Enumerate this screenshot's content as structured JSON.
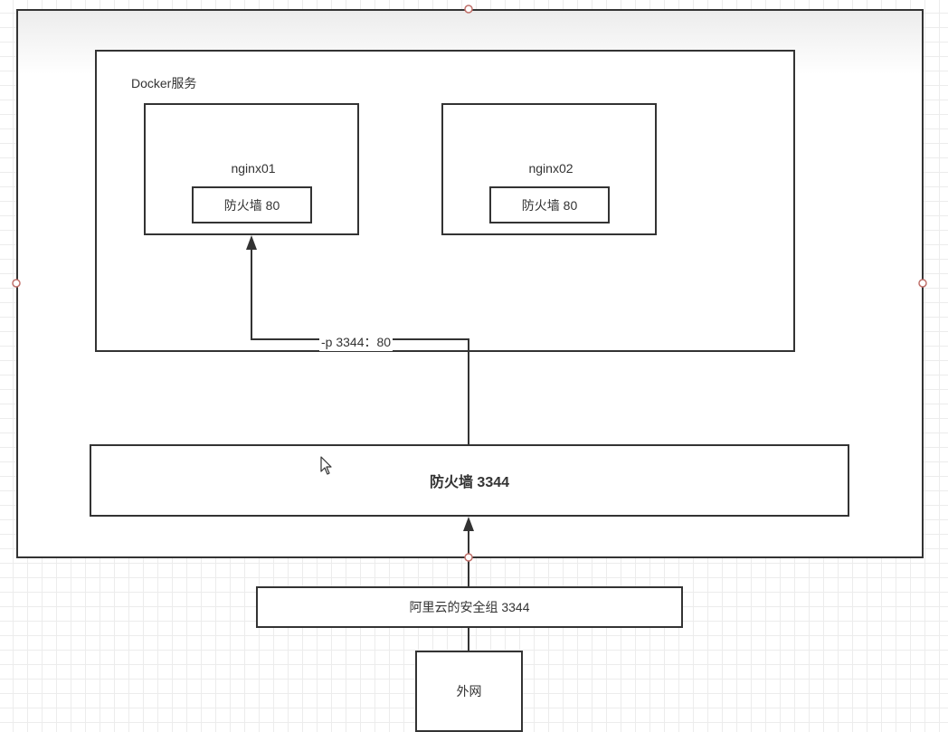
{
  "diagram": {
    "docker_service_label": "Docker服务",
    "containers": [
      {
        "name": "nginx01",
        "firewall": "防火墙  80"
      },
      {
        "name": "nginx02",
        "firewall": "防火墙  80"
      }
    ],
    "port_mapping_label": "-p 3344：80",
    "host_firewall_label": "防火墙   3344",
    "security_group_label": "阿里云的安全组   3344",
    "internet_label": "外网"
  },
  "colors": {
    "stroke": "#333333",
    "handle": "#c0706a",
    "grid": "#ececec"
  },
  "icons": {
    "cursor": "mouse-pointer-icon",
    "handle": "selection-handle-icon"
  }
}
